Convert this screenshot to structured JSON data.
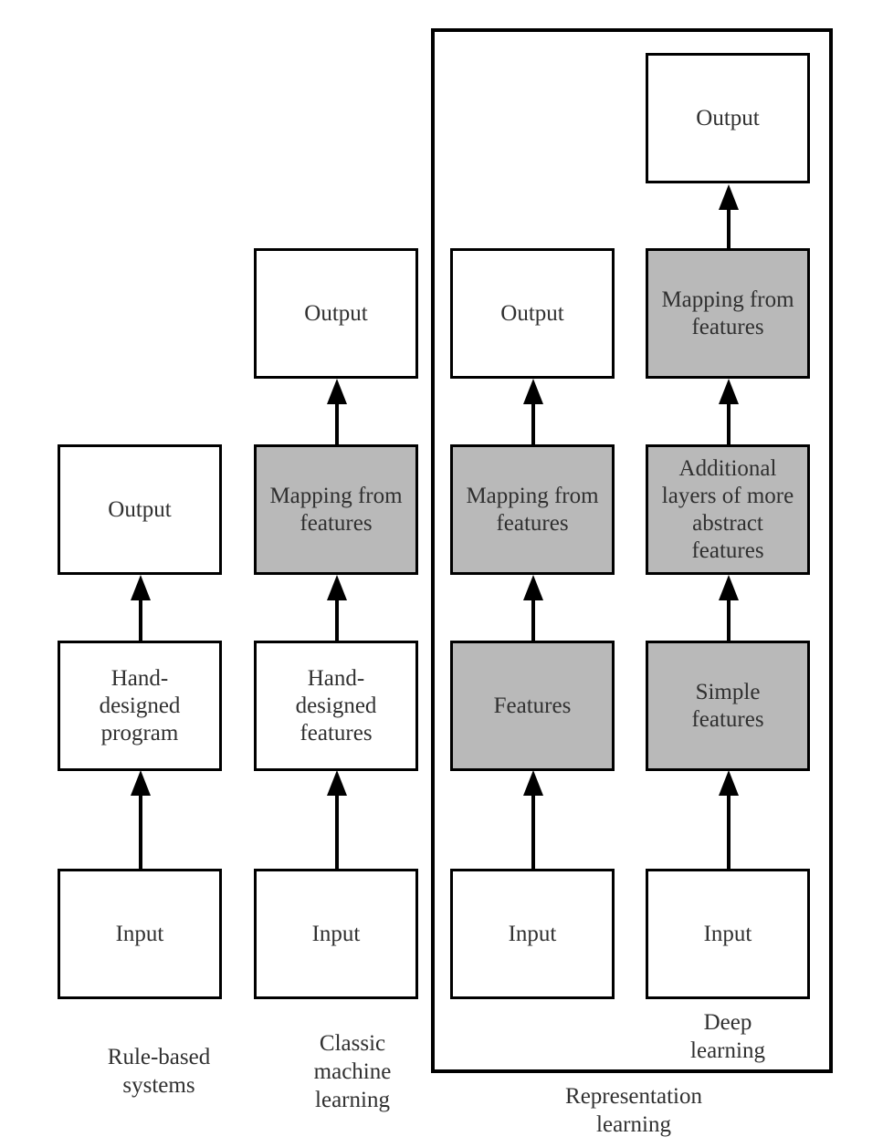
{
  "figure": {
    "colors": {
      "shaded_fill": "#b9b9b9",
      "white_fill": "#ffffff",
      "border": "#000000",
      "text": "#303030"
    },
    "container": {
      "label_lines": [
        "Representation",
        "learning"
      ]
    },
    "columns": [
      {
        "id": "rule-based-systems",
        "label_lines": [
          "Rule-based",
          "systems"
        ],
        "boxes": [
          {
            "id": "input",
            "shaded": false,
            "lines": [
              "Input"
            ]
          },
          {
            "id": "hand-designed-program",
            "shaded": false,
            "lines": [
              "Hand-",
              "designed",
              "program"
            ]
          },
          {
            "id": "output",
            "shaded": false,
            "lines": [
              "Output"
            ]
          }
        ]
      },
      {
        "id": "classic-machine-learning",
        "label_lines": [
          "Classic",
          "machine",
          "learning"
        ],
        "boxes": [
          {
            "id": "input",
            "shaded": false,
            "lines": [
              "Input"
            ]
          },
          {
            "id": "hand-designed-features",
            "shaded": false,
            "lines": [
              "Hand-",
              "designed",
              "features"
            ]
          },
          {
            "id": "mapping-from-features",
            "shaded": true,
            "lines": [
              "Mapping from",
              "features"
            ]
          },
          {
            "id": "output",
            "shaded": false,
            "lines": [
              "Output"
            ]
          }
        ]
      },
      {
        "id": "representation-learning-column",
        "label_lines": [],
        "boxes": [
          {
            "id": "input",
            "shaded": false,
            "lines": [
              "Input"
            ]
          },
          {
            "id": "features",
            "shaded": true,
            "lines": [
              "Features"
            ]
          },
          {
            "id": "mapping-from-features",
            "shaded": true,
            "lines": [
              "Mapping from",
              "features"
            ]
          },
          {
            "id": "output",
            "shaded": false,
            "lines": [
              "Output"
            ]
          }
        ]
      },
      {
        "id": "deep-learning",
        "label_lines": [
          "Deep",
          "learning"
        ],
        "boxes": [
          {
            "id": "input",
            "shaded": false,
            "lines": [
              "Input"
            ]
          },
          {
            "id": "simple-features",
            "shaded": true,
            "lines": [
              "Simple",
              "features"
            ]
          },
          {
            "id": "additional-layers",
            "shaded": true,
            "lines": [
              "Additional",
              "layers of more",
              "abstract",
              "features"
            ]
          },
          {
            "id": "mapping-from-features",
            "shaded": true,
            "lines": [
              "Mapping from",
              "features"
            ]
          },
          {
            "id": "output",
            "shaded": false,
            "lines": [
              "Output"
            ]
          }
        ]
      }
    ]
  }
}
